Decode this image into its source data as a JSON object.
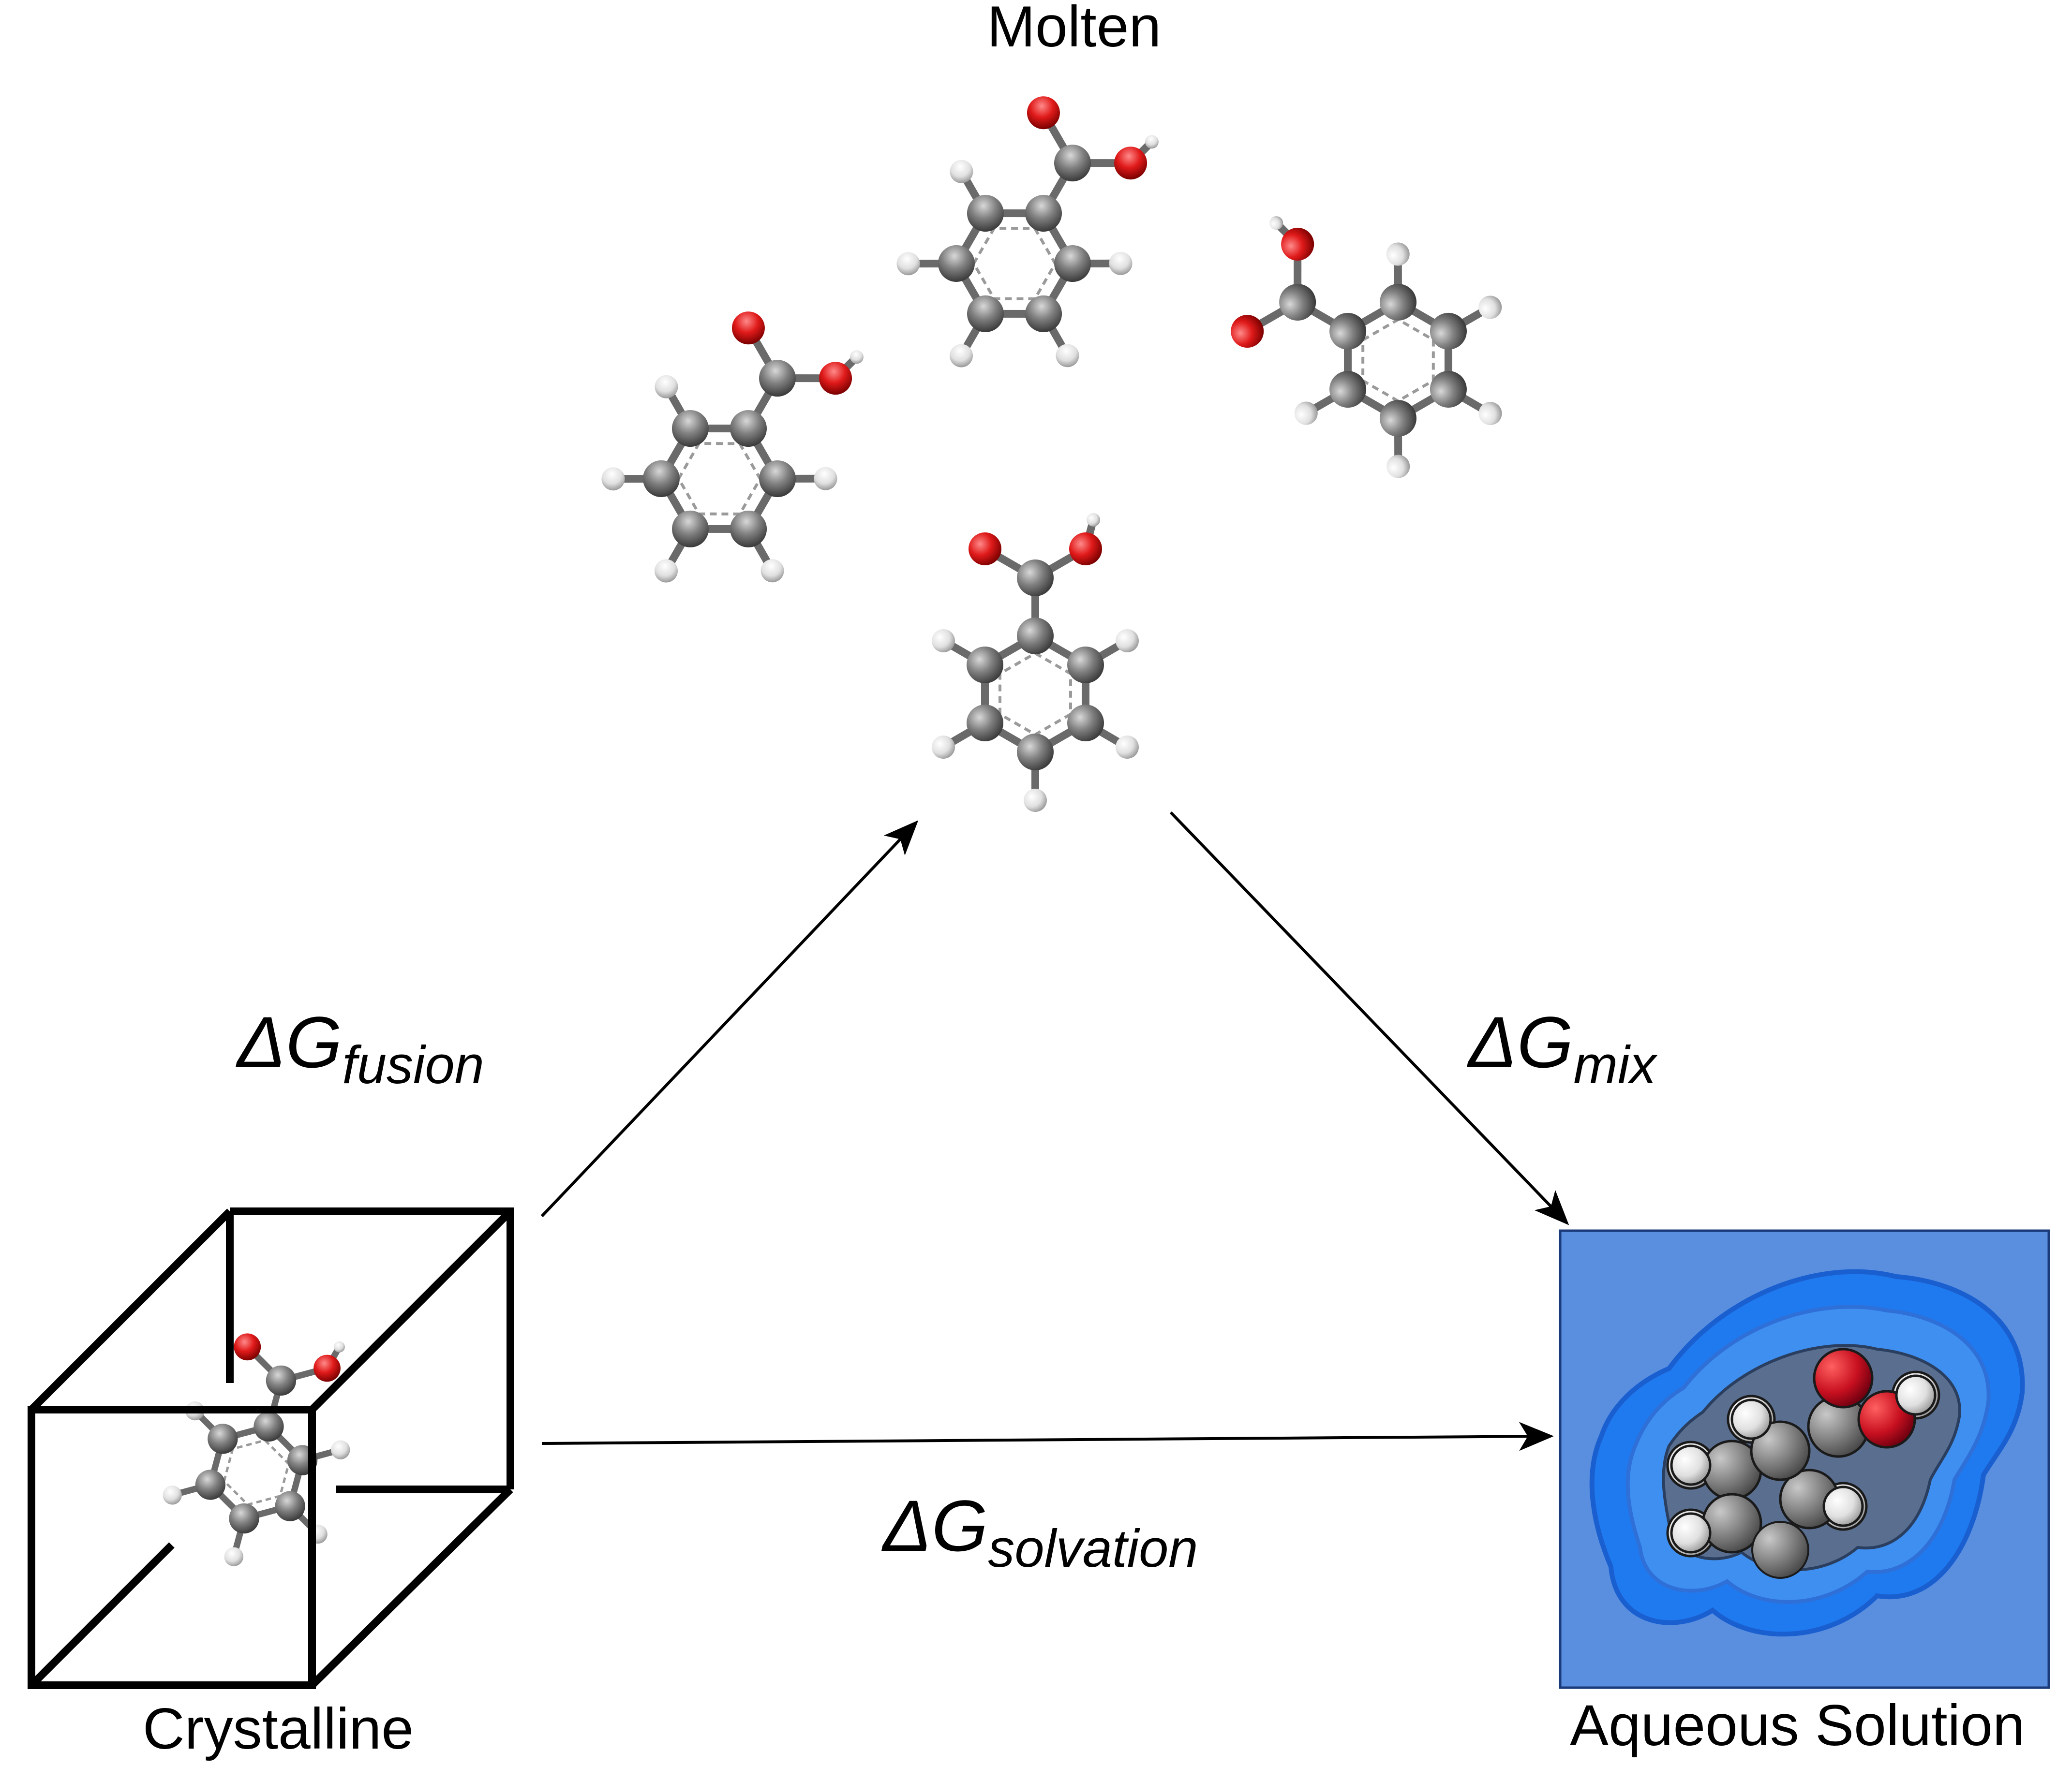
{
  "labels": {
    "molten": "Molten",
    "crystalline": "Crystalline",
    "aqueous": "Aqueous Solution"
  },
  "transitions": {
    "fusion": {
      "symbol": "ΔG",
      "subscript": "fusion"
    },
    "mix": {
      "symbol": "ΔG",
      "subscript": "mix"
    },
    "solvation": {
      "symbol": "ΔG",
      "subscript": "solvation"
    }
  },
  "colors": {
    "carbon": "#7a7a7a",
    "oxygen": "#e01a1a",
    "hydrogen": "#e6e6e6",
    "solution_bg": "#5a8fe0",
    "solution_shell": "#1e78f0"
  }
}
